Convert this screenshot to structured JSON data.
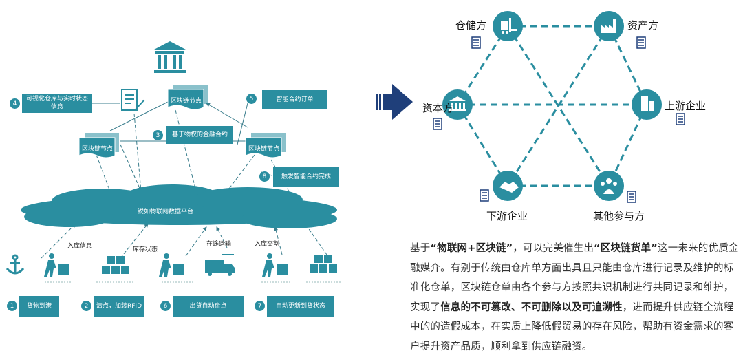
{
  "left": {
    "platform_label": "锐如物联网数据平台",
    "nodes": {
      "top": "区块链节点",
      "left": "区块链节点",
      "right": "区块链节点"
    },
    "steps": [
      {
        "num": "1",
        "label": "货物到港"
      },
      {
        "num": "2",
        "label": "清点，加装RFID"
      },
      {
        "num": "3",
        "label": "基于物权的金融合约"
      },
      {
        "num": "4",
        "label": "可视化仓库与实时状态信息"
      },
      {
        "num": "5",
        "label": "智能合约订单"
      },
      {
        "num": "6",
        "label": "出货自动盘点"
      },
      {
        "num": "7",
        "label": "自动更新到货状态"
      },
      {
        "num": "8",
        "label": "触发智能合约完成"
      }
    ],
    "flow_labels": {
      "inbound_info": "入库信息",
      "stock_status": "库存状态",
      "in_transit": "在途运输",
      "inbound_delivery": "入库交割"
    }
  },
  "right": {
    "hexagon": {
      "warehouse": "仓储方",
      "asset": "资产方",
      "capital": "资本方",
      "upstream": "上游企业",
      "downstream": "下游企业",
      "others": "其他参与方"
    },
    "paragraph": {
      "p1": "基于",
      "b1": "“物联网+区块链”",
      "p2": "，可以完美催生出",
      "b2": "“区块链货单”",
      "p3": "这一未来的优质金融媒介。有别于传统由仓库单方面出具且只能由仓库进行记录及维护的标准化仓单，区块链仓单由各个参与方按照共识机制进行共同记录和维护，实现了",
      "b3": "信息的不可篡改、不可删除以及可追溯性",
      "p4": "，进而提升供应链全流程中的的造假成本，在实质上降低假贸易的存在风险，帮助有资金需求的客户提升资产品质，顺利拿到供应链融资。"
    }
  },
  "colors": {
    "teal": "#2a8ea0",
    "navy": "#1f3f7a"
  }
}
